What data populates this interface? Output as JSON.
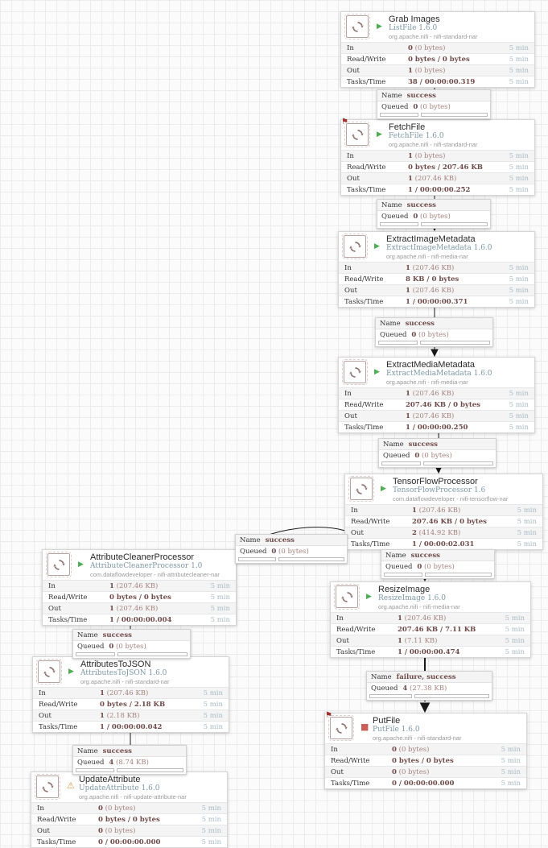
{
  "palette": {
    "value_strong": "#6f4a47",
    "value_light": "#a5827e",
    "time_text": "#a9bcc6",
    "type_text": "#7b98a6",
    "run_green": "#4fae53",
    "stop_red": "#ca5f5a",
    "warn_yellow": "#cf9445",
    "badge_red": "#9e322d"
  },
  "processors": [
    {
      "name": "Grab Images",
      "type": "ListFile 1.6.0",
      "bundle": "org.apache.nifi - nifi-standard-nar",
      "state": "running",
      "rows": [
        {
          "label": "In",
          "strong": "0",
          "light": "(0 bytes)",
          "window": "5 min"
        },
        {
          "label": "Read/Write",
          "strong": "0 bytes / 0 bytes",
          "light": "",
          "window": "5 min"
        },
        {
          "label": "Out",
          "strong": "1",
          "light": "(0 bytes)",
          "window": "5 min"
        },
        {
          "label": "Tasks/Time",
          "strong": "38 / 00:00:00.319",
          "light": "",
          "window": "5 min"
        }
      ]
    },
    {
      "name": "FetchFile",
      "type": "FetchFile 1.6.0",
      "bundle": "org.apache.nifi - nifi-standard-nar",
      "state": "running",
      "rows": [
        {
          "label": "In",
          "strong": "1",
          "light": "(0 bytes)",
          "window": "5 min"
        },
        {
          "label": "Read/Write",
          "strong": "0 bytes / 207.46 KB",
          "light": "",
          "window": "5 min"
        },
        {
          "label": "Out",
          "strong": "1",
          "light": "(207.46 KB)",
          "window": "5 min"
        },
        {
          "label": "Tasks/Time",
          "strong": "1 / 00:00:00.252",
          "light": "",
          "window": "5 min"
        }
      ]
    },
    {
      "name": "ExtractImageMetadata",
      "type": "ExtractImageMetadata 1.6.0",
      "bundle": "org.apache.nifi - nifi-media-nar",
      "state": "running",
      "rows": [
        {
          "label": "In",
          "strong": "1",
          "light": "(207.46 KB)",
          "window": "5 min"
        },
        {
          "label": "Read/Write",
          "strong": "8 KB / 0 bytes",
          "light": "",
          "window": "5 min"
        },
        {
          "label": "Out",
          "strong": "1",
          "light": "(207.46 KB)",
          "window": "5 min"
        },
        {
          "label": "Tasks/Time",
          "strong": "1 / 00:00:00.371",
          "light": "",
          "window": "5 min"
        }
      ]
    },
    {
      "name": "ExtractMediaMetadata",
      "type": "ExtractMediaMetadata 1.6.0",
      "bundle": "org.apache.nifi - nifi-media-nar",
      "state": "running",
      "rows": [
        {
          "label": "In",
          "strong": "1",
          "light": "(207.46 KB)",
          "window": "5 min"
        },
        {
          "label": "Read/Write",
          "strong": "207.46 KB / 0 bytes",
          "light": "",
          "window": "5 min"
        },
        {
          "label": "Out",
          "strong": "1",
          "light": "(207.46 KB)",
          "window": "5 min"
        },
        {
          "label": "Tasks/Time",
          "strong": "1 / 00:00:00.250",
          "light": "",
          "window": "5 min"
        }
      ]
    },
    {
      "name": "TensorFlowProcessor",
      "type": "TensorFlowProcessor 1.6",
      "bundle": "com.dataflowdeveloper - nifi-tensorflow-nar",
      "state": "running",
      "rows": [
        {
          "label": "In",
          "strong": "1",
          "light": "(207.46 KB)",
          "window": "5 min"
        },
        {
          "label": "Read/Write",
          "strong": "207.46 KB / 0 bytes",
          "light": "",
          "window": "5 min"
        },
        {
          "label": "Out",
          "strong": "2",
          "light": "(414.92 KB)",
          "window": "5 min"
        },
        {
          "label": "Tasks/Time",
          "strong": "1 / 00:00:02.031",
          "light": "",
          "window": "5 min"
        }
      ]
    },
    {
      "name": "AttributeCleanerProcessor",
      "type": "AttributeCleanerProcessor 1.0",
      "bundle": "com.dataflowdeveloper - nifi-attributecleaner-nar",
      "state": "running",
      "rows": [
        {
          "label": "In",
          "strong": "1",
          "light": "(207.46 KB)",
          "window": "5 min"
        },
        {
          "label": "Read/Write",
          "strong": "0 bytes / 0 bytes",
          "light": "",
          "window": "5 min"
        },
        {
          "label": "Out",
          "strong": "1",
          "light": "(207.46 KB)",
          "window": "5 min"
        },
        {
          "label": "Tasks/Time",
          "strong": "1 / 00:00:00.004",
          "light": "",
          "window": "5 min"
        }
      ]
    },
    {
      "name": "ResizeImage",
      "type": "ResizeImage 1.6.0",
      "bundle": "org.apache.nifi - nifi-media-nar",
      "state": "running",
      "rows": [
        {
          "label": "In",
          "strong": "1",
          "light": "(207.46 KB)",
          "window": "5 min"
        },
        {
          "label": "Read/Write",
          "strong": "207.46 KB / 7.11 KB",
          "light": "",
          "window": "5 min"
        },
        {
          "label": "Out",
          "strong": "1",
          "light": "(7.11 KB)",
          "window": "5 min"
        },
        {
          "label": "Tasks/Time",
          "strong": "1 / 00:00:00.474",
          "light": "",
          "window": "5 min"
        }
      ]
    },
    {
      "name": "AttributesToJSON",
      "type": "AttributesToJSON 1.6.0",
      "bundle": "org.apache.nifi - nifi-standard-nar",
      "state": "running",
      "rows": [
        {
          "label": "In",
          "strong": "1",
          "light": "(207.46 KB)",
          "window": "5 min"
        },
        {
          "label": "Read/Write",
          "strong": "0 bytes / 2.18 KB",
          "light": "",
          "window": "5 min"
        },
        {
          "label": "Out",
          "strong": "1",
          "light": "(2.18 KB)",
          "window": "5 min"
        },
        {
          "label": "Tasks/Time",
          "strong": "1 / 00:00:00.042",
          "light": "",
          "window": "5 min"
        }
      ]
    },
    {
      "name": "PutFile",
      "type": "PutFile 1.6.0",
      "bundle": "org.apache.nifi - nifi-standard-nar",
      "state": "stopped",
      "rows": [
        {
          "label": "In",
          "strong": "0",
          "light": "(0 bytes)",
          "window": "5 min"
        },
        {
          "label": "Read/Write",
          "strong": "0 bytes / 0 bytes",
          "light": "",
          "window": "5 min"
        },
        {
          "label": "Out",
          "strong": "0",
          "light": "(0 bytes)",
          "window": "5 min"
        },
        {
          "label": "Tasks/Time",
          "strong": "0 / 00:00:00.000",
          "light": "",
          "window": "5 min"
        }
      ]
    },
    {
      "name": "UpdateAttribute",
      "type": "UpdateAttribute 1.6.0",
      "bundle": "org.apache.nifi - nifi-update-attribute-nar",
      "state": "invalid",
      "rows": [
        {
          "label": "In",
          "strong": "0",
          "light": "(0 bytes)",
          "window": "5 min"
        },
        {
          "label": "Read/Write",
          "strong": "0 bytes / 0 bytes",
          "light": "",
          "window": "5 min"
        },
        {
          "label": "Out",
          "strong": "0",
          "light": "(0 bytes)",
          "window": "5 min"
        },
        {
          "label": "Tasks/Time",
          "strong": "0 / 00:00:00.000",
          "light": "",
          "window": "5 min"
        }
      ]
    }
  ],
  "connections": [
    {
      "name_label": "Name",
      "name": "success",
      "queued_label": "Queued",
      "queued_strong": "0",
      "queued_light": "(0 bytes)"
    },
    {
      "name_label": "Name",
      "name": "success",
      "queued_label": "Queued",
      "queued_strong": "0",
      "queued_light": "(0 bytes)"
    },
    {
      "name_label": "Name",
      "name": "success",
      "queued_label": "Queued",
      "queued_strong": "0",
      "queued_light": "(0 bytes)"
    },
    {
      "name_label": "Name",
      "name": "success",
      "queued_label": "Queued",
      "queued_strong": "0",
      "queued_light": "(0 bytes)"
    },
    {
      "name_label": "Name",
      "name": "success",
      "queued_label": "Queued",
      "queued_strong": "0",
      "queued_light": "(0 bytes)"
    },
    {
      "name_label": "Name",
      "name": "success",
      "queued_label": "Queued",
      "queued_strong": "0",
      "queued_light": "(0 bytes)"
    },
    {
      "name_label": "Name",
      "name": "success",
      "queued_label": "Queued",
      "queued_strong": "0",
      "queued_light": "(0 bytes)"
    },
    {
      "name_label": "Name",
      "name": "failure, success",
      "queued_label": "Queued",
      "queued_strong": "4",
      "queued_light": "(27.38 KB)"
    },
    {
      "name_label": "Name",
      "name": "success",
      "queued_label": "Queued",
      "queued_strong": "4",
      "queued_light": "(8.74 KB)"
    }
  ]
}
